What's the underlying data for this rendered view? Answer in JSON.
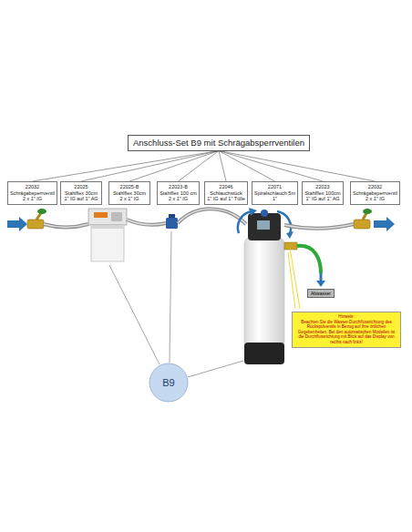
{
  "diagram": {
    "nodes": [
      {
        "text": [
          "Anschluss-Set B9 mit Schrägabsperrventilen"
        ]
      },
      {
        "text": [
          "22032",
          "Schrägabsperrventil",
          "2 x 1\" IG"
        ]
      },
      {
        "text": [
          "22025",
          "Stahlflex 30cm",
          "1\" IG auf 1\" AG"
        ]
      },
      {
        "text": [
          "22025-B",
          "Stahlflex 30cm",
          "2 x 1\" IG"
        ]
      },
      {
        "text": [
          "22023-B",
          "Stahlflex 100 cm",
          "2 x 1\" IG"
        ]
      },
      {
        "text": [
          "22046",
          "Schlauchstück",
          "1\" IG auf 1\" Tülle"
        ]
      },
      {
        "text": [
          "22071",
          "Spiralschlauch 5m",
          "1\""
        ]
      },
      {
        "text": [
          "22023",
          "Stahlflex 100cm",
          "1\" IG auf 1\" AG"
        ]
      },
      {
        "text": [
          "22032",
          "Schrägabsperrventil",
          "2 x 1\" IG"
        ]
      },
      {
        "text": [
          "Abwasser"
        ]
      },
      {
        "text": [
          "Hinweis:",
          "Beachten Sie die Wasser-Durchflussrichtung des Rückspülventils in Bezug auf Ihre örtlichen Gegebenheiten. Bei den automatischen Modellen ist die Durchflussrichtung mit Blick auf das Display von rechts nach links!"
        ]
      },
      {
        "text": [
          "B9"
        ]
      }
    ],
    "edges": [
      {
        "from": 0,
        "to": 1,
        "arrow": "none"
      },
      {
        "from": 0,
        "to": 2,
        "arrow": "none"
      },
      {
        "from": 0,
        "to": 3,
        "arrow": "none"
      },
      {
        "from": 0,
        "to": 4,
        "arrow": "none"
      },
      {
        "from": 0,
        "to": 5,
        "arrow": "none"
      },
      {
        "from": 0,
        "to": 6,
        "arrow": "none"
      },
      {
        "from": 0,
        "to": 7,
        "arrow": "none"
      },
      {
        "from": 0,
        "to": 8,
        "arrow": "none"
      }
    ]
  }
}
